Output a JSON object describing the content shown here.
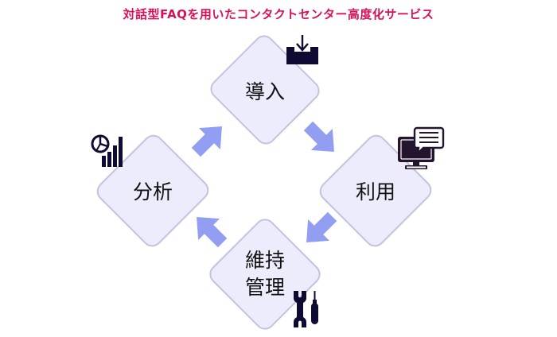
{
  "title": "対話型FAQを用いたコンタクトセンター高度化サービス",
  "colors": {
    "title": "#d6125a",
    "node_fill": "#ececfc",
    "node_stroke": "#c2c3de",
    "arrow": "#929ef2",
    "icon": "#0d0a33",
    "icon_monitor": "#24142e"
  },
  "nodes": [
    {
      "id": "intro",
      "label": "導入",
      "icon": "download-tray-icon"
    },
    {
      "id": "use",
      "label": "利用",
      "icon": "monitor-chat-icon"
    },
    {
      "id": "maintain",
      "label": "維持\n管理",
      "icon": "wrench-screwdriver-icon"
    },
    {
      "id": "analyze",
      "label": "分析",
      "icon": "chart-analytics-icon"
    }
  ],
  "flow": [
    {
      "from": "intro",
      "to": "use"
    },
    {
      "from": "use",
      "to": "maintain"
    },
    {
      "from": "maintain",
      "to": "analyze"
    },
    {
      "from": "analyze",
      "to": "intro"
    }
  ]
}
